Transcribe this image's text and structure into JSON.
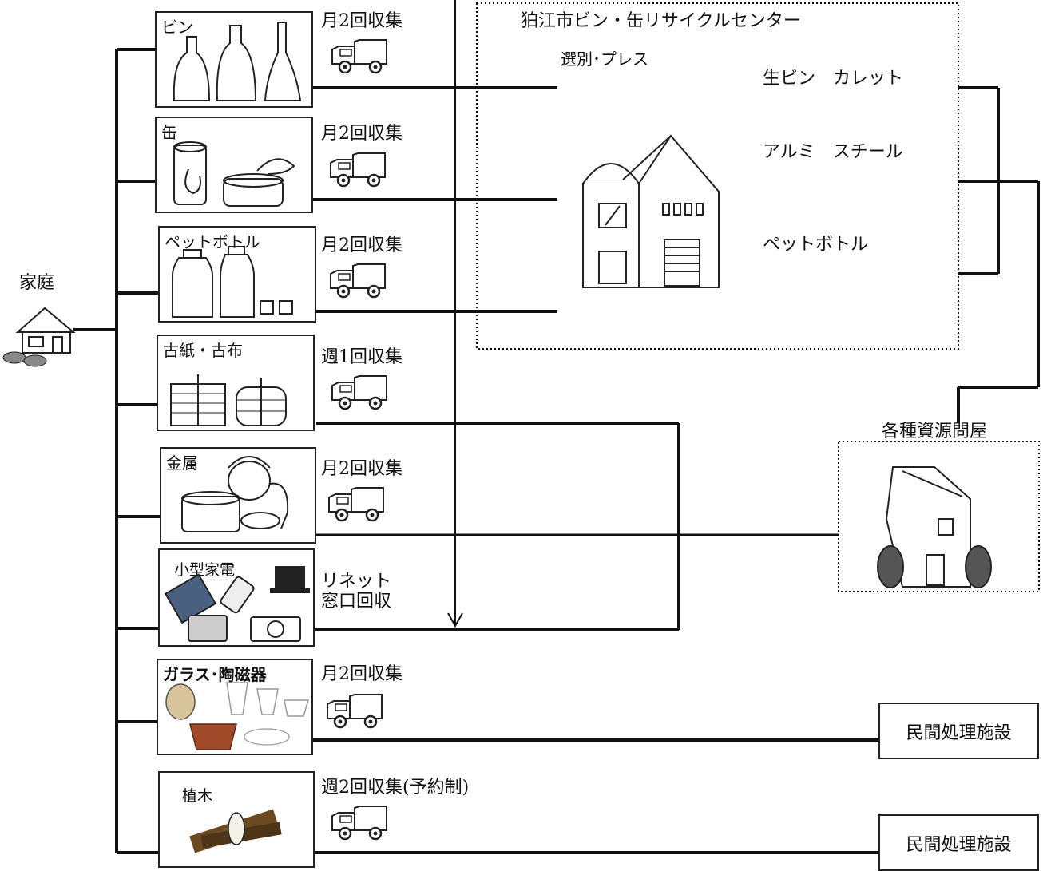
{
  "household": {
    "label": "家庭"
  },
  "items": [
    {
      "label": "ビン",
      "collection": "月2回収集"
    },
    {
      "label": "缶",
      "collection": "月2回収集"
    },
    {
      "label": "ペットボトル",
      "collection": "月2回収集"
    },
    {
      "label": "古紙・古布",
      "collection": "週1回収集"
    },
    {
      "label": "金属",
      "collection": "月2回収集"
    },
    {
      "label": "小型家電",
      "collection_line1": "リネット",
      "collection_line2": "窓口回収"
    },
    {
      "label": "ガラス･陶磁器",
      "collection": "月2回収集"
    },
    {
      "label": "植木",
      "collection": "週2回収集(予約制)"
    }
  ],
  "recycle_center": {
    "title": "狛江市ビン・缶リサイクルセンター",
    "process": "選別･プレス",
    "outputs": [
      "生ビン　カレット",
      "アルミ　スチール",
      "ペットボトル"
    ]
  },
  "dealer": {
    "label": "各種資源問屋"
  },
  "private_facility": {
    "label": "民間処理施設"
  }
}
